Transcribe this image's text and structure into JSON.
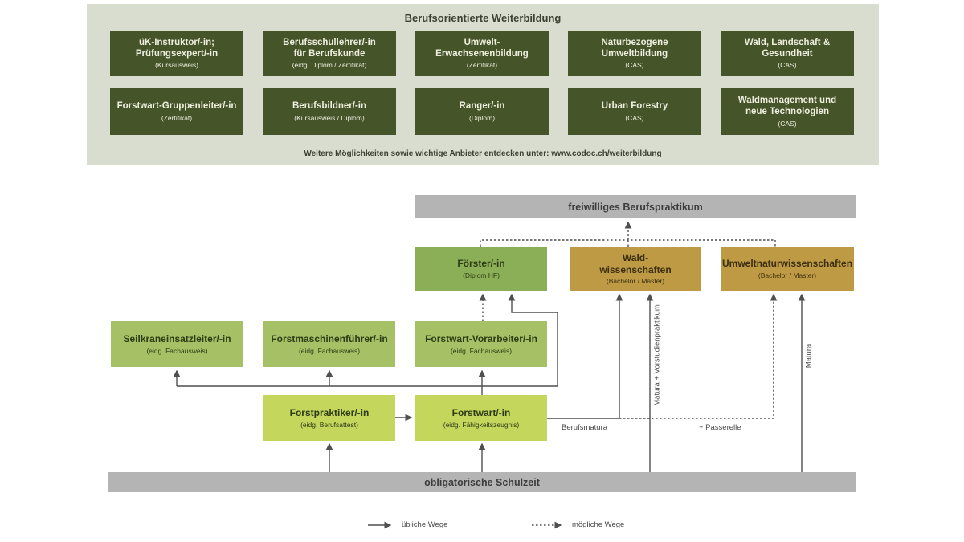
{
  "colors": {
    "panelbg": "#d9ddd0",
    "paneltext": "#3b4030",
    "darkgreen": "#46542a",
    "darktext": "#edeedd",
    "midgreen": "#8aaf56",
    "lightgreen": "#a6c165",
    "lime": "#c4d65c",
    "ochre": "#bf9a45",
    "greentext": "#2e3c16",
    "ochretext": "#3b2f10",
    "bargray": "#b4b4b4",
    "bartext": "#3d3d3d",
    "line": "#4f4f4f",
    "labeltext": "#4a4a4a"
  },
  "top_panel": {
    "title": "Berufsorientierte Weiterbildung",
    "footer": "Weitere Möglichkeiten sowie wichtige Anbieter entdecken unter: www.codoc.ch/weiterbildung",
    "boxes": [
      {
        "title": "üK-Instruktor/-in;\nPrüfungsexpert/-in",
        "subtitle": "(Kursausweis)"
      },
      {
        "title": "Berufsschullehrer/-in\nfür Berufskunde",
        "subtitle": "(eidg. Diplom / Zertifikat)"
      },
      {
        "title": "Umwelt-\nErwachsenenbildung",
        "subtitle": "(Zertifikat)"
      },
      {
        "title": "Naturbezogene\nUmweltbildung",
        "subtitle": "(CAS)"
      },
      {
        "title": "Wald, Landschaft &\nGesundheit",
        "subtitle": "(CAS)"
      },
      {
        "title": "Forstwart-Gruppenleiter/-in",
        "subtitle": "(Zertifikat)"
      },
      {
        "title": "Berufsbildner/-in",
        "subtitle": "(Kursausweis / Diplom)"
      },
      {
        "title": "Ranger/-in",
        "subtitle": "(Diplom)"
      },
      {
        "title": "Urban Forestry",
        "subtitle": "(CAS)"
      },
      {
        "title": "Waldmanagement und\nneue Technologien",
        "subtitle": "(CAS)"
      }
    ]
  },
  "flowchart": {
    "bars": {
      "top": "freiwilliges Berufspraktikum",
      "bottom": "obligatorische Schulzeit"
    },
    "boxes": {
      "foerster": {
        "title": "Förster/-in",
        "subtitle": "(Diplom HF)"
      },
      "wald": {
        "title": "Wald-\nwissenschaften",
        "subtitle": "(Bachelor / Master)"
      },
      "umwelt": {
        "title": "Umweltnaturwissenschaften",
        "subtitle": "(Bachelor / Master)"
      },
      "seilkran": {
        "title": "Seilkraneinsatzleiter/-in",
        "subtitle": "(eidg. Fachausweis)"
      },
      "forstmaschinen": {
        "title": "Forstmaschinenführer/-in",
        "subtitle": "(eidg. Fachausweis)"
      },
      "vorarbeiter": {
        "title": "Forstwart-Vorarbeiter/-in",
        "subtitle": "(eidg. Fachausweis)"
      },
      "forstpraktiker": {
        "title": "Forstpraktiker/-in",
        "subtitle": "(eidg. Berufsattest)"
      },
      "forstwart": {
        "title": "Forstwart/-in",
        "subtitle": "(eidg. Fähigkeitszeugnis)"
      }
    },
    "edge_labels": {
      "berufsmatura": "Berufsmatura",
      "passerelle": "+ Passerelle",
      "matura_vorstudien": "Matura + Vorstudienpraktikum",
      "matura": "Matura"
    }
  },
  "legend": {
    "solid": "übliche Wege",
    "dashed": "mögliche Wege"
  }
}
